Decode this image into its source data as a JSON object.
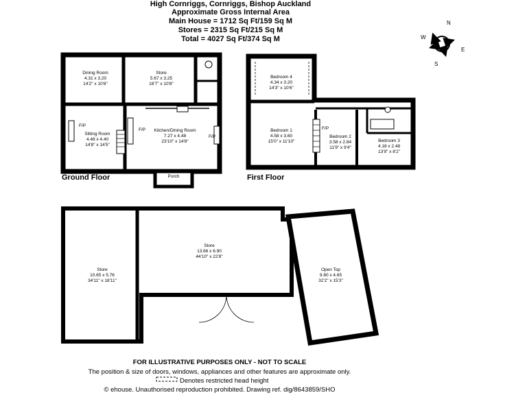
{
  "header": {
    "line1": "High Cornriggs, Cornriggs, Bishop Auckland",
    "line2": "Approximate Gross Internal Area",
    "line3": "Main House = 1712 Sq Ft/159 Sq M",
    "line4": "Stores = 2315 Sq Ft/215 Sq M",
    "line5": "Total = 4027 Sq Ft/374 Sq M"
  },
  "compass": {
    "n": "N",
    "e": "E",
    "s": "S",
    "w": "W"
  },
  "floors": {
    "ground": "Ground Floor",
    "first": "First Floor"
  },
  "rooms": {
    "dining": {
      "name": "Dining Room",
      "metric": "4.31 x 3.20",
      "imperial": "14'2\" x 10'6\""
    },
    "store_g": {
      "name": "Store",
      "metric": "5.67 x 3.25",
      "imperial": "18'7\" x 10'8\""
    },
    "sitting": {
      "name": "Sitting Room",
      "metric": "4.48 x 4.40",
      "imperial": "14'8\" x 14'5\""
    },
    "kitchen": {
      "name": "Kitchen/Dining Room",
      "metric": "7.27 x 4.48",
      "imperial": "23'10\" x 14'8\""
    },
    "porch": {
      "name": "Porch"
    },
    "bed4": {
      "name": "Bedroom 4",
      "metric": "4.34 x 3.20",
      "imperial": "14'3\" x 10'6\""
    },
    "bed1": {
      "name": "Bedroom 1",
      "metric": "4.58 x 3.60",
      "imperial": "15'0\" x 11'10\""
    },
    "bed2": {
      "name": "Bedroom 2",
      "metric": "3.58 x 2.84",
      "imperial": "11'9\" x 9'4\""
    },
    "bed3": {
      "name": "Bedroom 3",
      "metric": "4.18 x 2.48",
      "imperial": "13'9\" x 8'2\""
    },
    "store_a": {
      "name": "Store",
      "metric": "10.65 x 5.76",
      "imperial": "34'11\" x 18'11\""
    },
    "store_b": {
      "name": "Store",
      "metric": "13.66 x 6.90",
      "imperial": "44'10\" x 22'8\""
    },
    "open_top": {
      "name": "Open Top",
      "metric": "9.80 x 4.65",
      "imperial": "32'2\" x 15'3\""
    }
  },
  "fp_label": "F/P",
  "footer": {
    "line1": "FOR ILLUSTRATIVE PURPOSES ONLY - NOT TO SCALE",
    "line2": "The position & size of doors, windows, appliances and other features are approximate only.",
    "line3": "Denotes restricted head height",
    "line4": "© ehouse. Unauthorised reproduction prohibited. Drawing ref. dig/8643859/SHO"
  }
}
